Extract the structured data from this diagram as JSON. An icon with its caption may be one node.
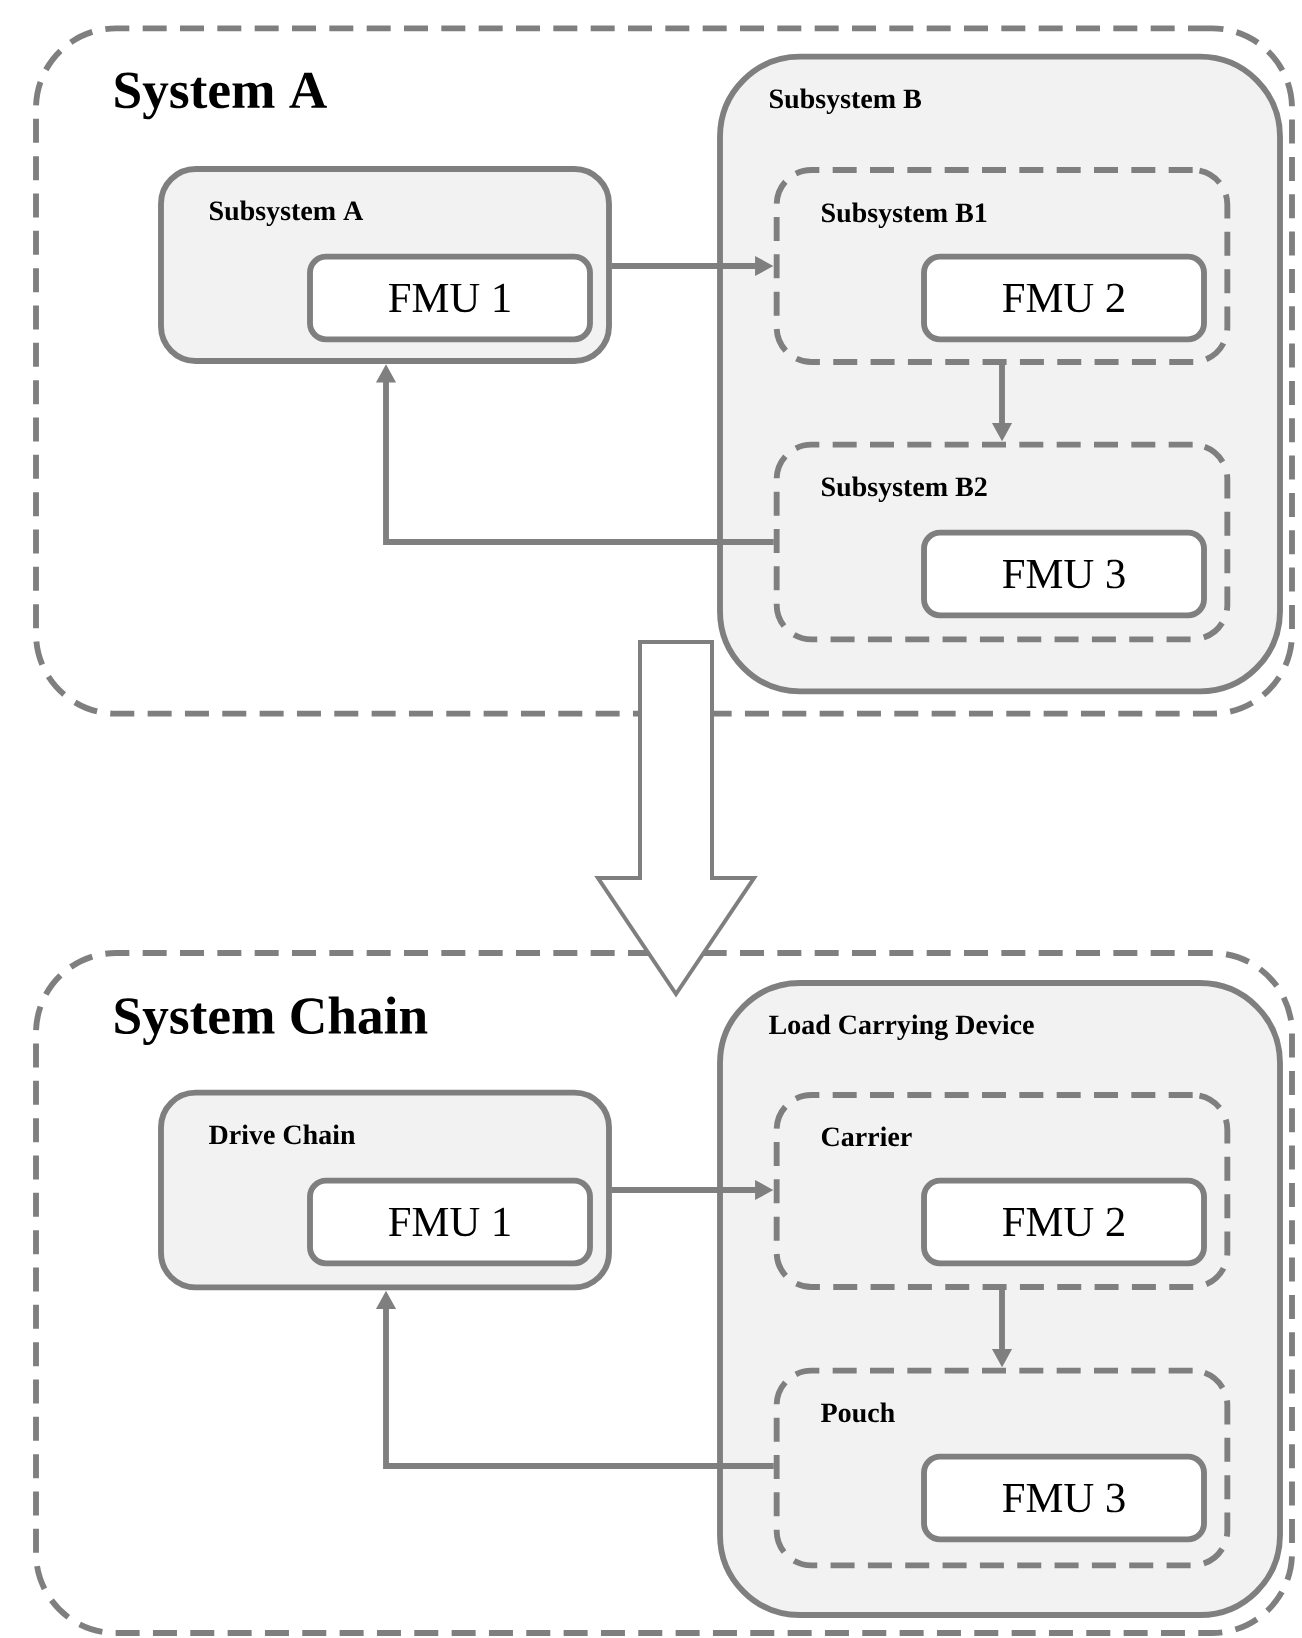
{
  "diagram": {
    "nodes": [
      {
        "text": [
          "System A"
        ]
      },
      {
        "text": [
          "Subsystem A"
        ],
        "in": 0
      },
      {
        "text": [
          "FMU 1"
        ],
        "in": 1
      },
      {
        "text": [
          "Subsystem B"
        ],
        "in": 0
      },
      {
        "text": [
          "Subsystem B1"
        ],
        "in": 3
      },
      {
        "text": [
          "FMU 2"
        ],
        "in": 4
      },
      {
        "text": [
          "Subsystem B2"
        ],
        "in": 3
      },
      {
        "text": [
          "FMU 3"
        ],
        "in": 6
      },
      {
        "text": [
          "System Chain"
        ]
      },
      {
        "text": [
          "Drive Chain"
        ],
        "in": 8
      },
      {
        "text": [
          "FMU 1"
        ],
        "in": 9
      },
      {
        "text": [
          "Load Carrying Device"
        ],
        "in": 8
      },
      {
        "text": [
          "Carrier"
        ],
        "in": 11
      },
      {
        "text": [
          "FMU 2"
        ],
        "in": 12
      },
      {
        "text": [
          "Pouch"
        ],
        "in": 11
      },
      {
        "text": [
          "FMU 3"
        ],
        "in": 14
      }
    ],
    "edges": [
      {
        "from": 1,
        "to": 4,
        "arrow": "to"
      },
      {
        "from": 4,
        "to": 6,
        "arrow": "to"
      },
      {
        "from": 6,
        "to": 1,
        "arrow": "to"
      },
      {
        "from": 0,
        "to": 8,
        "arrow": "to",
        "style": "thick"
      },
      {
        "from": 9,
        "to": 12,
        "arrow": "to"
      },
      {
        "from": 12,
        "to": 14,
        "arrow": "to"
      },
      {
        "from": 14,
        "to": 9,
        "arrow": "to"
      }
    ]
  }
}
